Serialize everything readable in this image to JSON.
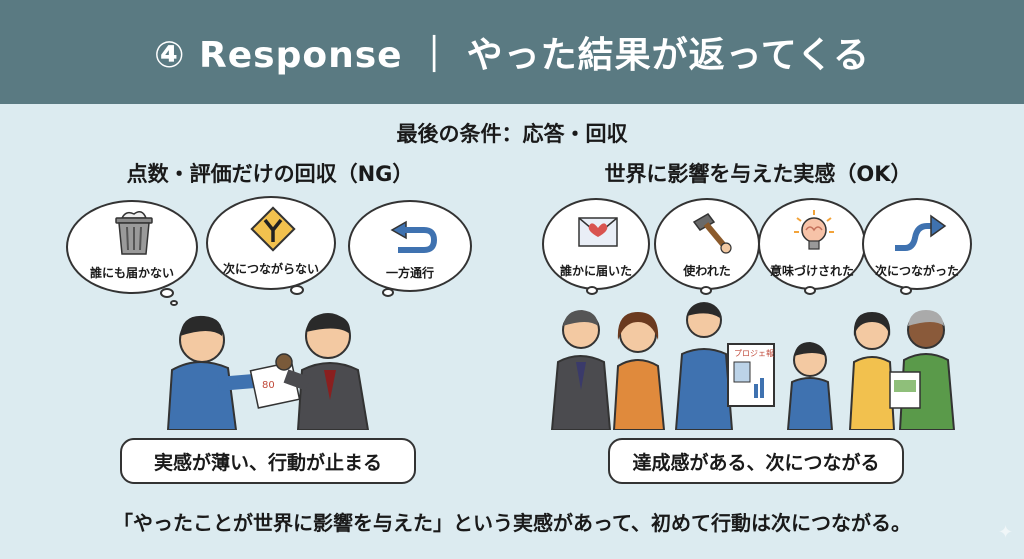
{
  "header": {
    "title": "④ Response ｜ やった結果が返ってくる"
  },
  "subtitle": "最後の条件：応答・回収",
  "left_panel": {
    "title": "点数・評価だけの回収（NG）",
    "bubbles": [
      {
        "icon": "trash-can-icon",
        "label": "誰にも届かない"
      },
      {
        "icon": "fork-road-sign-icon",
        "label": "次につながらない"
      },
      {
        "icon": "return-arrow-icon",
        "label": "一方通行"
      }
    ],
    "doc_mark": "80",
    "caption": "実感が薄い、行動が止まる"
  },
  "right_panel": {
    "title": "世界に影響を与えた実感（OK）",
    "bubbles": [
      {
        "icon": "heart-letter-icon",
        "label": "誰かに届いた"
      },
      {
        "icon": "hammer-icon",
        "label": "使われた"
      },
      {
        "icon": "lightbulb-brain-icon",
        "label": "意味づけされた"
      },
      {
        "icon": "curved-arrow-icon",
        "label": "次につながった"
      }
    ],
    "poster_label": "プロジェ報",
    "caption": "達成感がある、次につながる"
  },
  "footer": "「やったことが世界に影響を与えた」という実感があって、初めて行動は次につながる。",
  "colors": {
    "header_bg": "#5a7a82",
    "page_bg": "#dcebf0",
    "accent_blue": "#3f72b0",
    "sign_yellow": "#f2c14e"
  }
}
